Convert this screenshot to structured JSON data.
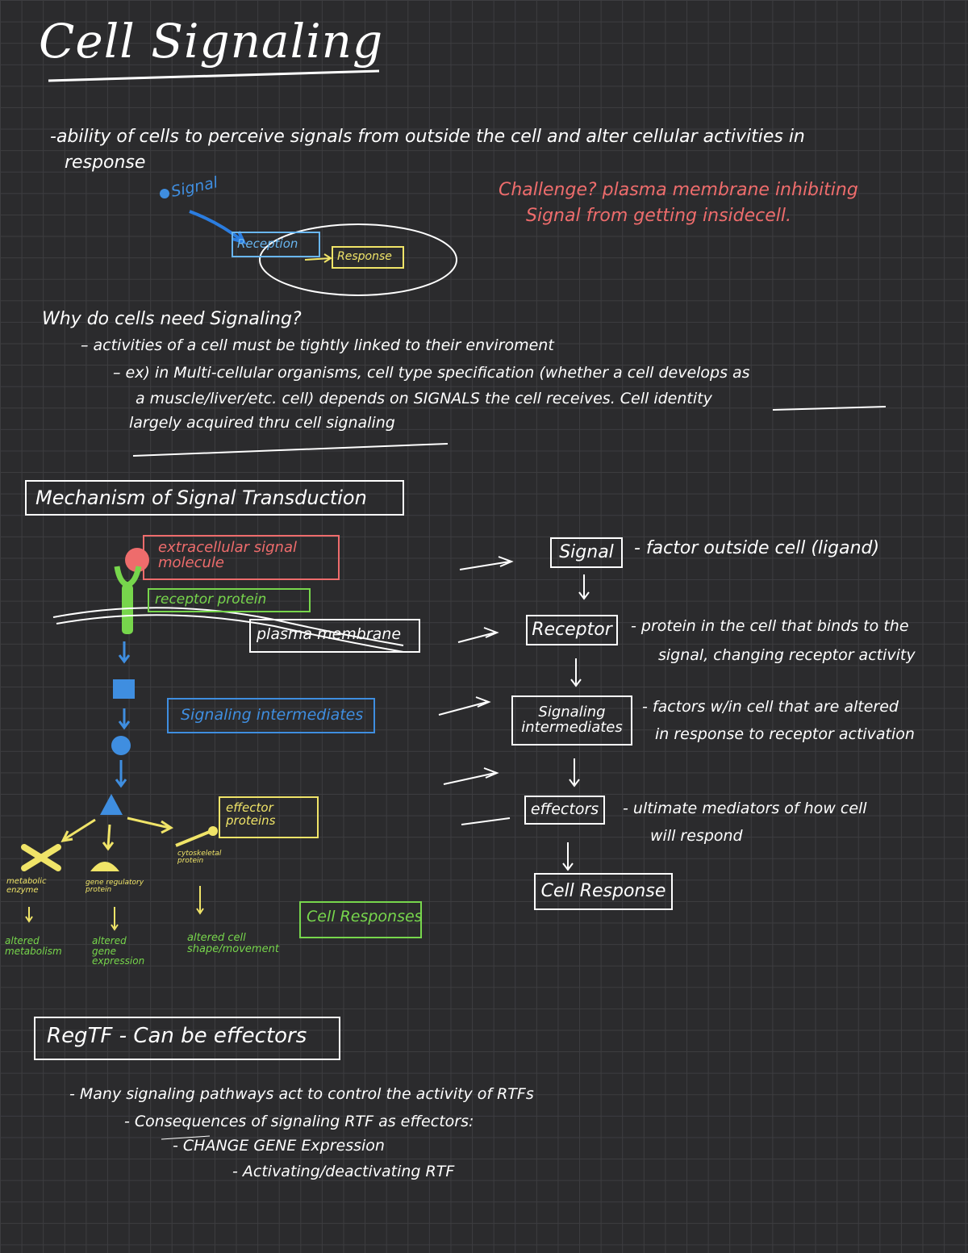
{
  "title": "Cell Signaling",
  "intro": {
    "line1": "-ability of cells to perceive signals from outside the cell and alter cellular activities in",
    "line2": "response"
  },
  "sketch": {
    "signal": "Signal",
    "reception": "Reception",
    "response": "Response"
  },
  "challenge": {
    "line1": "Challenge? plasma membrane inhibiting",
    "line2": "Signal from getting insidecell."
  },
  "why": {
    "heading": "Why do cells need Signaling?",
    "point1": "– activities of a cell must be tightly linked to their enviroment",
    "point2_line1": "– ex) in Multi-cellular organisms, cell type specification (whether a cell develops as",
    "point2_line2": "a muscle/liver/etc. cell) depends on SIGNALS the cell receives. Cell identity",
    "point2_line3": "largely acquired thru cell signaling"
  },
  "mechanism": {
    "heading": "Mechanism of Signal Transduction",
    "extracellular": "extracellular signal molecule",
    "receptor_protein": "receptor protein",
    "plasma_membrane": "plasma membrane",
    "signaling_intermediates": "Signaling intermediates",
    "effector_proteins": "effector proteins",
    "metabolic_enzyme": "metabolic enzyme",
    "gene_regulatory": "gene regulatory protein",
    "cytoskeletal": "cytoskeletal protein",
    "altered_metabolism": "altered metabolism",
    "altered_gene": "altered gene expression",
    "altered_cell": "altered cell shape/movement",
    "cell_responses": "Cell Responses"
  },
  "flow": {
    "signal": "Signal",
    "signal_desc": "- factor outside cell (ligand)",
    "receptor": "Receptor",
    "receptor_desc1": "- protein in the cell that binds to the",
    "receptor_desc2": "signal, changing receptor activity",
    "intermediates": "Signaling intermediates",
    "intermediates_desc1": "- factors w/in cell that are altered",
    "intermediates_desc2": "in response to receptor activation",
    "effectors": "effectors",
    "effectors_desc1": "- ultimate mediators of how cell",
    "effectors_desc2": "will respond",
    "cell_response": "Cell Response"
  },
  "regtf": {
    "heading": "RegTF - Can be effectors",
    "line1": "- Many signaling pathways act to control the activity of RTFs",
    "line2": "- Consequences of signaling RTF as effectors:",
    "line3": "- CHANGE GENE Expression",
    "line4": "- Activating/deactivating RTF"
  },
  "colors": {
    "background": "#2b2b2d",
    "grid": "#3d3d40",
    "red": "#ee6c6c",
    "blue": "#3f8ee0",
    "yellow": "#f0e468",
    "green": "#77d64c",
    "pink_box": "#ee6c6c"
  }
}
